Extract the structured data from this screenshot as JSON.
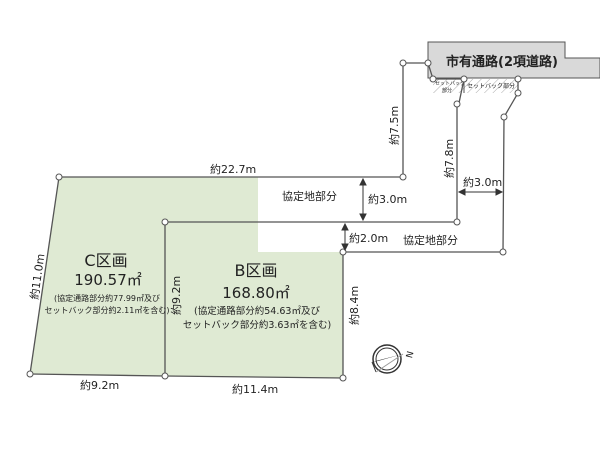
{
  "road": {
    "label": "市有通路(2項道路)",
    "setback_small_1": "セットバック",
    "setback_small_2": "部分",
    "setback_label": "セットバック部分"
  },
  "plots": {
    "c": {
      "title": "C区画",
      "area": "190.57㎡",
      "note1": "(協定通路部分約77.99㎡及び",
      "note2": "セットバック部分約2.11㎡を含む)"
    },
    "b": {
      "title": "B区画",
      "area": "168.80㎡",
      "note1": "(協定通路部分約54.63㎡及び",
      "note2": "セットバック部分約3.63㎡を含む)"
    }
  },
  "agreement_labels": [
    "協定地部分",
    "協定地部分"
  ],
  "dimensions": {
    "top": "約22.7m",
    "left": "約11.0m",
    "c_bottom": "約9.2m",
    "b_left": "約9.2m",
    "b_bottom": "約11.4m",
    "b_right": "約8.4m",
    "vert_upper": "約7.5m",
    "vert_right": "約7.8m",
    "width_upper": "約3.0m",
    "width_right": "約3.0m",
    "width_lower": "約2.0m"
  },
  "compass": {
    "label": "N"
  },
  "colors": {
    "plot_fill": "#dfead3",
    "road_fill": "#d9d9d9",
    "line": "#555555"
  }
}
